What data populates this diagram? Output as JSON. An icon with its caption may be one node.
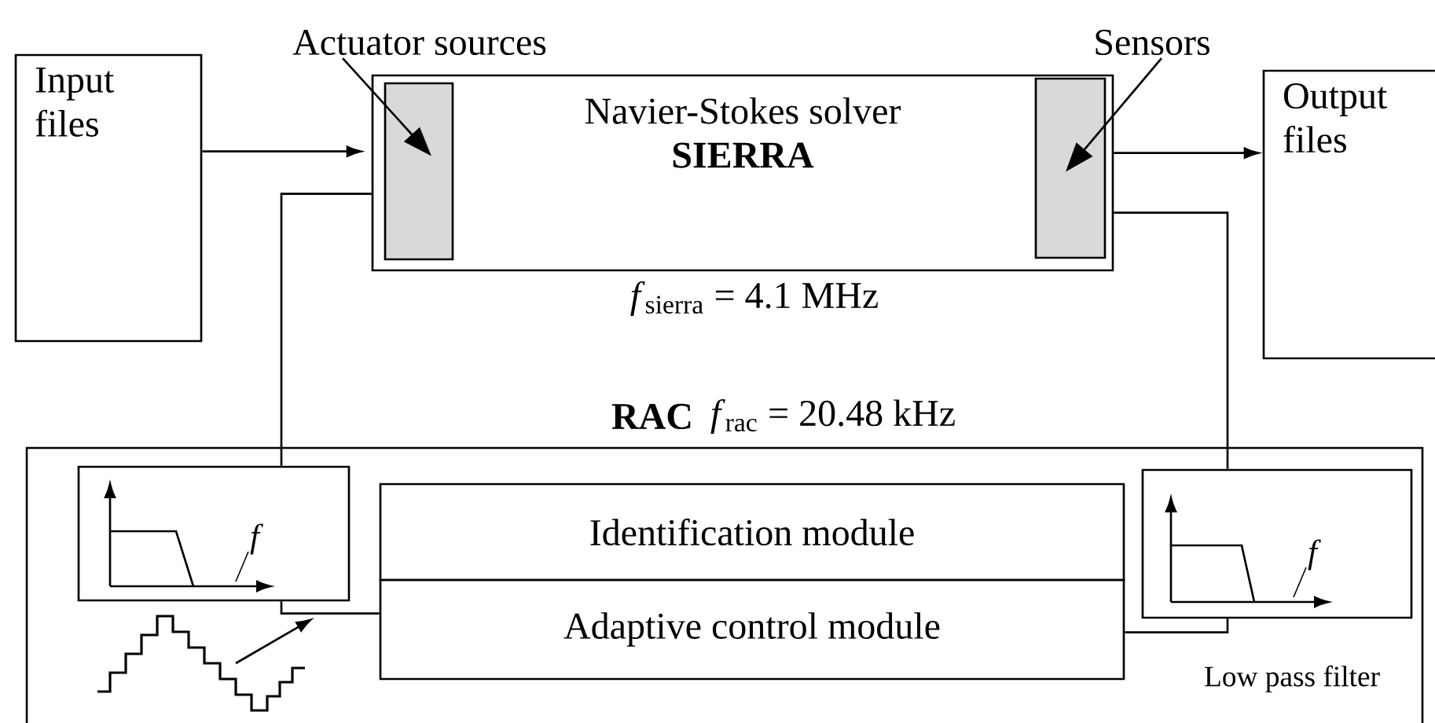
{
  "diagram": {
    "nodes": [
      {
        "text": [
          "Input files"
        ]
      },
      {
        "text": [
          "Navier-Stokes solver",
          "SIERRA"
        ],
        "beside": [
          "*f*$_{sierra}$ = 4.1 MHz"
        ]
      },
      {
        "text": [],
        "shape": "box",
        "in": 1
      },
      {
        "text": [],
        "shape": "box",
        "in": 1
      },
      {
        "text": [
          "Output files"
        ]
      },
      {
        "text": [
          "Actuator  sources"
        ]
      },
      {
        "text": [
          "Sensors"
        ]
      },
      {
        "text": [
          "RAC",
          "*f*$_{rac}$ = 20.48 kHz"
        ]
      },
      {
        "text": [
          "f"
        ],
        "in": 7
      },
      {
        "text": [
          "Identification module"
        ],
        "in": 7
      },
      {
        "text": [
          "Adaptive control module"
        ],
        "in": 7
      },
      {
        "text": [
          "f"
        ],
        "in": 7,
        "beside": [
          "Low pass filter"
        ]
      },
      {
        "text": [],
        "shape": "picture",
        "in": 7
      }
    ],
    "edges": [
      {
        "from": 0,
        "to": 1,
        "arrow": "to"
      },
      {
        "from": 1,
        "to": 4,
        "arrow": "to"
      },
      {
        "from": 5,
        "to": 2,
        "arrow": "to"
      },
      {
        "from": 6,
        "to": 3,
        "arrow": "to"
      },
      {
        "from": 1,
        "to": 8,
        "arrow": "none"
      },
      {
        "from": 1,
        "to": 11,
        "arrow": "none"
      },
      {
        "from": 8,
        "to": 10,
        "arrow": "none"
      },
      {
        "from": 11,
        "to": 10,
        "arrow": "none"
      },
      {
        "from": 12,
        "to": null,
        "arrow": "to"
      }
    ]
  }
}
